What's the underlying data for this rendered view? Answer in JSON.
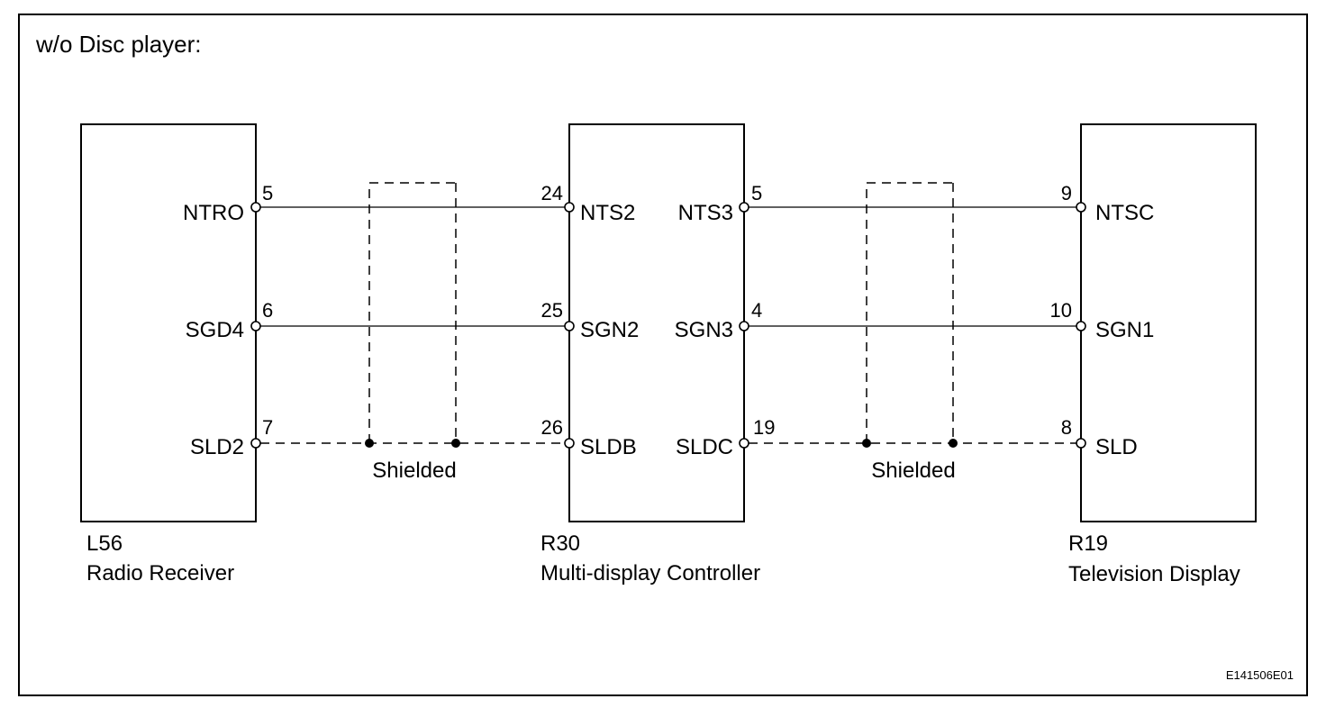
{
  "title": "w/o Disc player:",
  "figure_code": "E141506E01",
  "shield_label": "Shielded",
  "components": [
    {
      "id": "L56",
      "name": "Radio Receiver"
    },
    {
      "id": "R30",
      "name": "Multi-display Controller"
    },
    {
      "id": "R19",
      "name": "Television Display"
    }
  ],
  "wires": [
    {
      "from_term": "NTRO",
      "from_pin": "5",
      "to_pin": "24",
      "to_term": "NTS2"
    },
    {
      "from_term": "SGD4",
      "from_pin": "6",
      "to_pin": "25",
      "to_term": "SGN2"
    },
    {
      "from_term": "SLD2",
      "from_pin": "7",
      "to_pin": "26",
      "to_term": "SLDB"
    },
    {
      "from_term": "NTS3",
      "from_pin": "5",
      "to_pin": "9",
      "to_term": "NTSC"
    },
    {
      "from_term": "SGN3",
      "from_pin": "4",
      "to_pin": "10",
      "to_term": "SGN1"
    },
    {
      "from_term": "SLDC",
      "from_pin": "19",
      "to_pin": "8",
      "to_term": "SLD"
    }
  ]
}
